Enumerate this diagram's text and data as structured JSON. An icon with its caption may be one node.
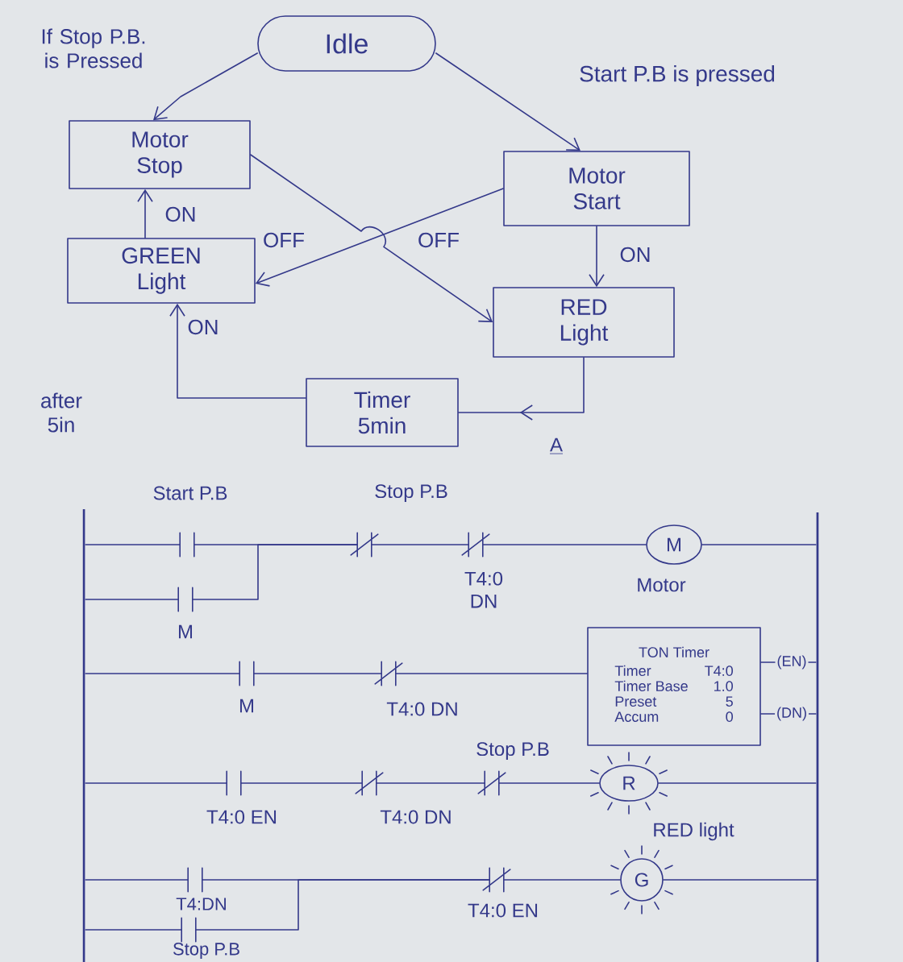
{
  "diagram": {
    "nodes": [
      {
        "text": [
          "Idle"
        ]
      },
      {
        "text": [
          "Motor Stop"
        ]
      },
      {
        "text": [
          "Motor Start"
        ]
      },
      {
        "text": [
          "GREEN Light"
        ]
      },
      {
        "text": [
          "RED Light"
        ]
      },
      {
        "text": [
          "Timer 5min"
        ]
      },
      {
        "text": [],
        "shape": "bar"
      },
      {
        "text": [],
        "shape": "bar"
      },
      {
        "text": [],
        "shape": "contact",
        "beside": [
          "Start P.B"
        ]
      },
      {
        "text": [],
        "shape": "closed-contact",
        "beside": [
          "Stop P.B"
        ]
      },
      {
        "text": [],
        "shape": "closed-contact",
        "beside": [
          "T4:0 DN"
        ]
      },
      {
        "text": [
          "M"
        ],
        "beside": [
          "Motor"
        ]
      },
      {
        "text": [],
        "shape": "contact",
        "beside": [
          "M"
        ]
      },
      {
        "text": [],
        "shape": "contact",
        "beside": [
          "M"
        ]
      },
      {
        "text": [],
        "shape": "closed-contact",
        "beside": [
          "T4:0 DN"
        ]
      },
      {
        "text": [
          "TON Timer",
          "Timer",
          "T4:0",
          "Timer Base",
          "1.0",
          "Preset",
          "5",
          "Accum",
          "0"
        ]
      },
      {
        "text": [],
        "shape": "contact",
        "beside": [
          "T4:0 EN"
        ]
      },
      {
        "text": [],
        "shape": "closed-contact",
        "beside": [
          "T4:0 DN"
        ]
      },
      {
        "text": [],
        "shape": "closed-contact",
        "beside": [
          "Stop P.B"
        ]
      },
      {
        "text": [
          "R"
        ],
        "beside": [
          "RED light"
        ]
      },
      {
        "text": [],
        "shape": "contact",
        "beside": [
          "T4:DN"
        ]
      },
      {
        "text": [],
        "shape": "closed-contact",
        "beside": [
          "T4:0 EN"
        ]
      },
      {
        "text": [
          "G"
        ]
      },
      {
        "text": [],
        "shape": "contact",
        "beside": [
          "Stop P.B"
        ]
      }
    ],
    "edges": [
      {
        "from": 0,
        "to": 1,
        "arrow": "to",
        "label": "If Stop P.B. is Pressed"
      },
      {
        "from": 0,
        "to": 2,
        "arrow": "to",
        "label": "Start P.B is pressed"
      },
      {
        "from": 1,
        "to": 4,
        "arrow": "to",
        "label": "OFF"
      },
      {
        "from": 2,
        "to": 3,
        "arrow": "to",
        "label": "OFF"
      },
      {
        "from": 3,
        "to": 1,
        "arrow": "to",
        "label": "ON"
      },
      {
        "from": 2,
        "to": 4,
        "arrow": "to",
        "label": "ON"
      },
      {
        "from": 4,
        "to": 5,
        "arrow": "to",
        "label": "A"
      },
      {
        "from": 5,
        "to": 3,
        "arrow": "to",
        "label": "ON"
      },
      {
        "from": 6,
        "to": 8,
        "arrow": "none"
      },
      {
        "from": 8,
        "to": 9,
        "arrow": "none"
      },
      {
        "from": 6,
        "to": 12,
        "arrow": "none"
      },
      {
        "from": 12,
        "to": 9,
        "arrow": "none"
      },
      {
        "from": 9,
        "to": 10,
        "arrow": "none"
      },
      {
        "from": 10,
        "to": 11,
        "arrow": "none"
      },
      {
        "from": 11,
        "to": 7,
        "arrow": "none"
      },
      {
        "from": 6,
        "to": 13,
        "arrow": "none"
      },
      {
        "from": 13,
        "to": 14,
        "arrow": "none"
      },
      {
        "from": 14,
        "to": 15,
        "arrow": "none"
      },
      {
        "from": 15,
        "to": 7,
        "arrow": "none",
        "label": "(EN)"
      },
      {
        "from": 15,
        "to": 7,
        "arrow": "none",
        "label": "(DN)"
      },
      {
        "from": 6,
        "to": 16,
        "arrow": "none"
      },
      {
        "from": 16,
        "to": 17,
        "arrow": "none"
      },
      {
        "from": 17,
        "to": 18,
        "arrow": "none"
      },
      {
        "from": 18,
        "to": 19,
        "arrow": "none"
      },
      {
        "from": 19,
        "to": 7,
        "arrow": "none"
      },
      {
        "from": 6,
        "to": 20,
        "arrow": "none"
      },
      {
        "from": 20,
        "to": 21,
        "arrow": "none"
      },
      {
        "from": 6,
        "to": 23,
        "arrow": "none"
      },
      {
        "from": 23,
        "to": 21,
        "arrow": "none"
      },
      {
        "from": 21,
        "to": 22,
        "arrow": "none"
      },
      {
        "from": 22,
        "to": 7,
        "arrow": "none"
      }
    ],
    "labels": [
      "after 5in"
    ]
  }
}
